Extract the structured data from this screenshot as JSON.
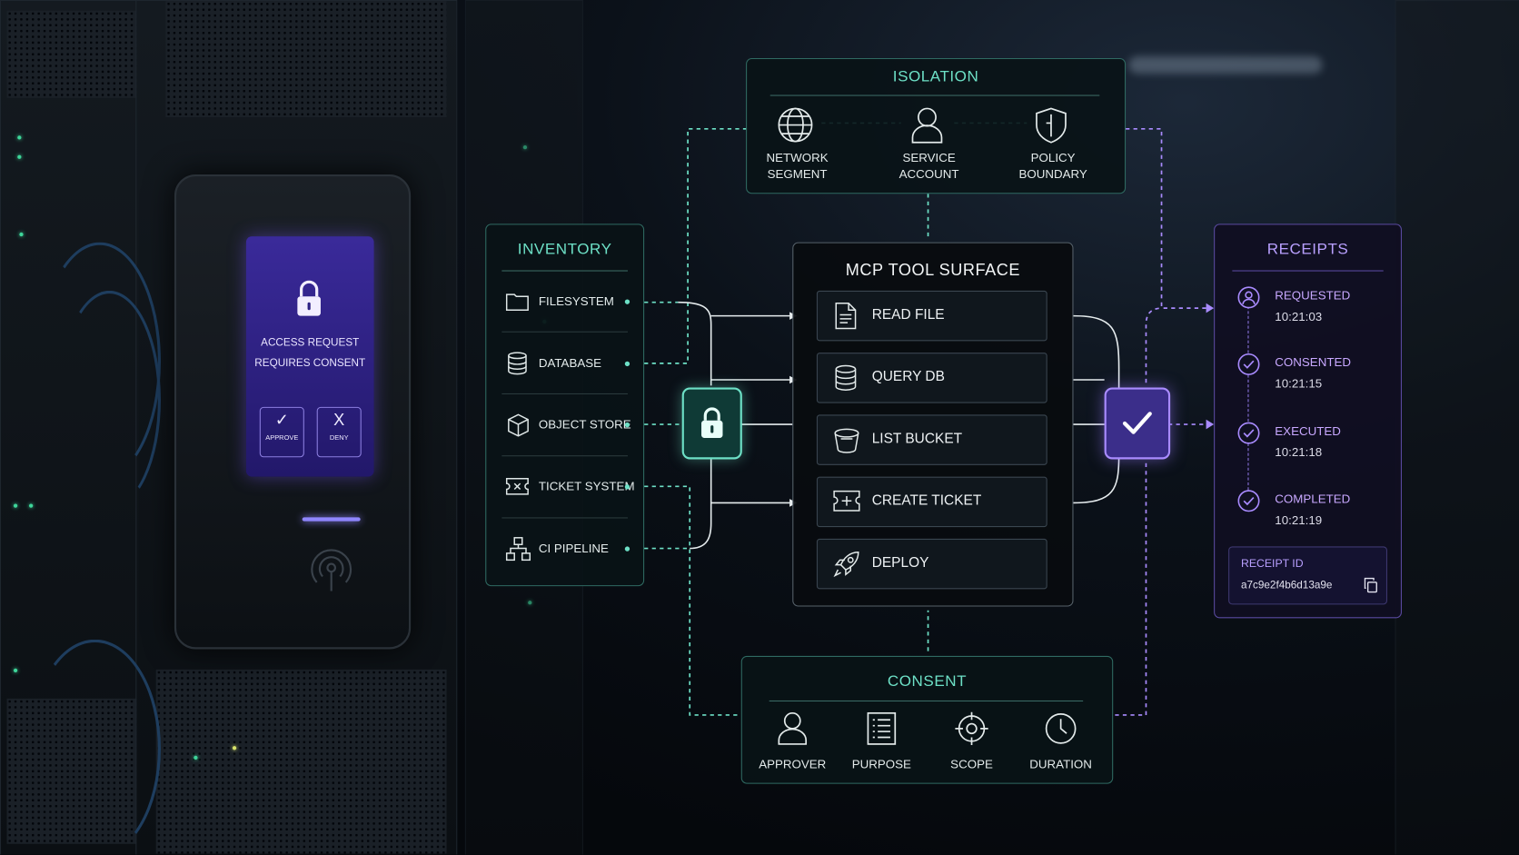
{
  "kiosk": {
    "message_line1": "ACCESS REQUEST",
    "message_line2": "REQUIRES CONSENT",
    "approve_label": "APPROVE",
    "deny_label": "DENY",
    "approve_glyph": "✓",
    "deny_glyph": "X"
  },
  "isolation": {
    "title": "ISOLATION",
    "items": [
      {
        "line1": "NETWORK",
        "line2": "SEGMENT",
        "icon": "globe-icon"
      },
      {
        "line1": "SERVICE",
        "line2": "ACCOUNT",
        "icon": "user-icon"
      },
      {
        "line1": "POLICY",
        "line2": "BOUNDARY",
        "icon": "shield-icon"
      }
    ]
  },
  "inventory": {
    "title": "INVENTORY",
    "items": [
      {
        "label": "FILESYSTEM",
        "icon": "folder-icon"
      },
      {
        "label": "DATABASE",
        "icon": "database-icon"
      },
      {
        "label": "OBJECT STORE",
        "icon": "cube-icon"
      },
      {
        "label": "TICKET SYSTEM",
        "icon": "ticket-icon"
      },
      {
        "label": "CI PIPELINE",
        "icon": "pipeline-icon"
      }
    ]
  },
  "tool_surface": {
    "title": "MCP TOOL SURFACE",
    "tools": [
      {
        "label": "READ FILE",
        "icon": "document-icon"
      },
      {
        "label": "QUERY DB",
        "icon": "database-icon"
      },
      {
        "label": "LIST BUCKET",
        "icon": "bucket-icon"
      },
      {
        "label": "CREATE TICKET",
        "icon": "ticket-plus-icon"
      },
      {
        "label": "DEPLOY",
        "icon": "rocket-icon"
      }
    ]
  },
  "consent": {
    "title": "CONSENT",
    "items": [
      {
        "label": "APPROVER",
        "icon": "user-icon"
      },
      {
        "label": "PURPOSE",
        "icon": "list-icon"
      },
      {
        "label": "SCOPE",
        "icon": "target-icon"
      },
      {
        "label": "DURATION",
        "icon": "clock-icon"
      }
    ]
  },
  "receipts": {
    "title": "RECEIPTS",
    "events": [
      {
        "status": "REQUESTED",
        "time": "10:21:03",
        "icon": "user-circle-icon"
      },
      {
        "status": "CONSENTED",
        "time": "10:21:15",
        "icon": "check-circle-icon"
      },
      {
        "status": "EXECUTED",
        "time": "10:21:18",
        "icon": "check-circle-icon"
      },
      {
        "status": "COMPLETED",
        "time": "10:21:19",
        "icon": "check-circle-icon"
      }
    ],
    "receipt_id_label": "RECEIPT ID",
    "receipt_id_value": "a7c9e2f4b6d13a9e"
  },
  "colors": {
    "teal": "#6de0c6",
    "purple": "#a98bff",
    "kiosk_screen": "#2e2185"
  }
}
